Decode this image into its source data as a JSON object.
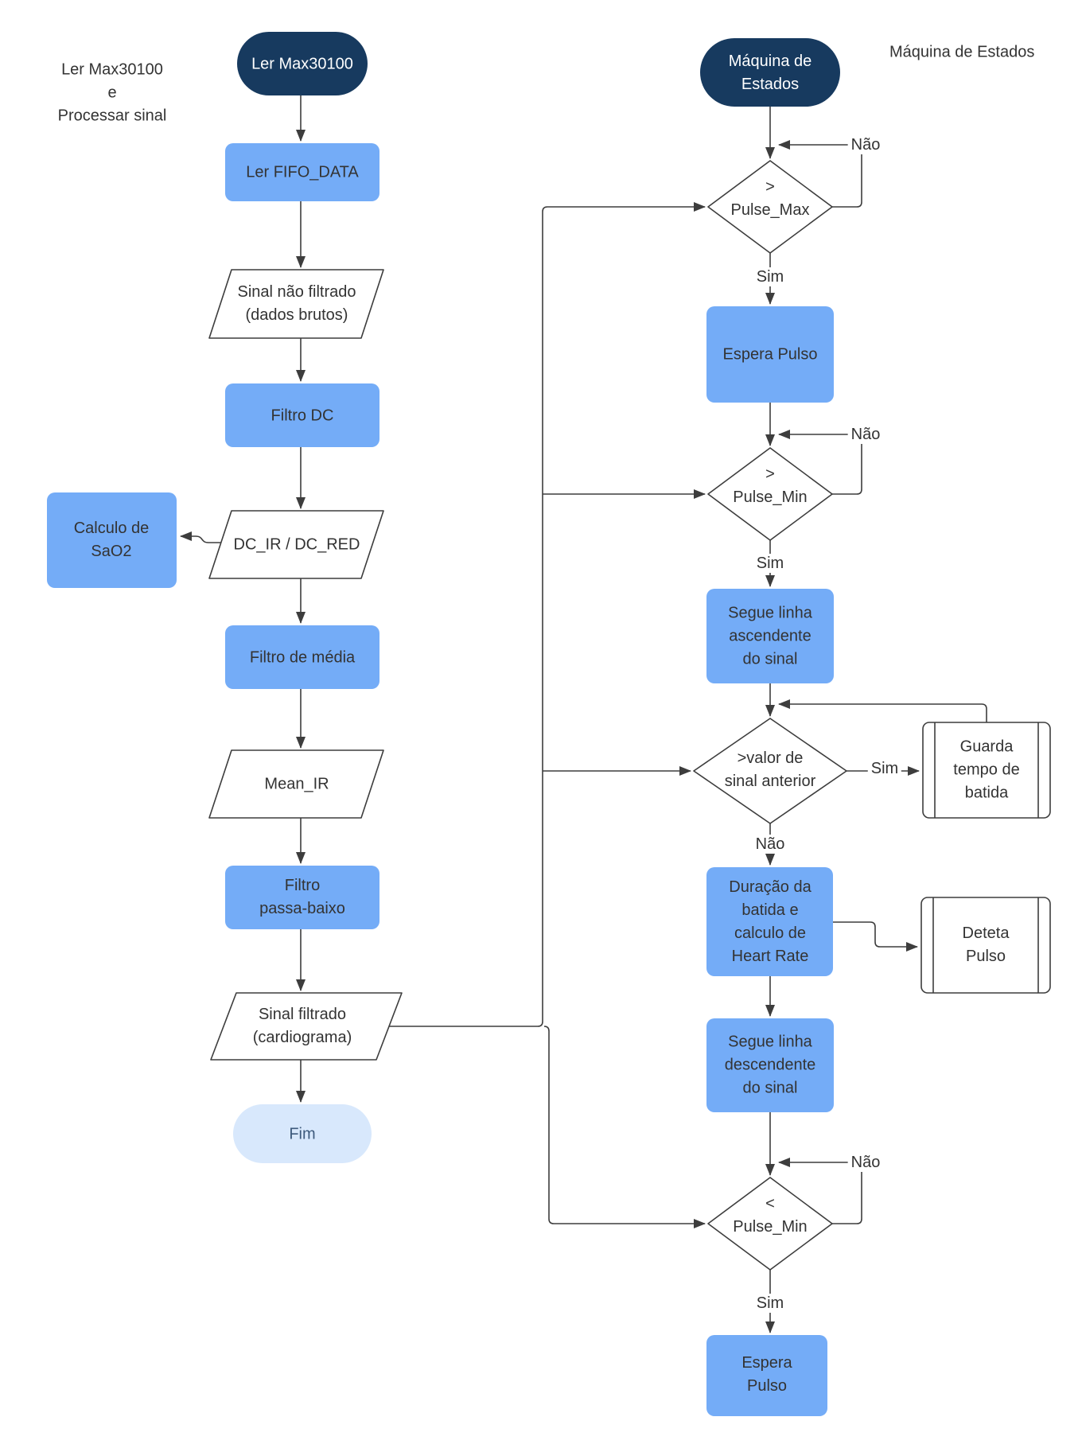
{
  "colors": {
    "start_node_fill": "#173A5F",
    "process_fill": "#74ACF7",
    "end_node_fill": "#D8E8FC",
    "shape_stroke": "#3d3d3d",
    "connector": "#3d3d3d",
    "text_dark": "#333333",
    "text_end_node": "#3d5a7c",
    "text_on_dark": "#ffffff"
  },
  "left_flow": {
    "caption_lines": [
      "Ler Max30100",
      "e",
      "Processar sinal"
    ],
    "nodes": {
      "start": "Ler Max30100",
      "read_fifo": "Ler FIFO_DATA",
      "raw_signal_lines": [
        "Sinal não filtrado",
        "(dados brutos)"
      ],
      "dc_filter": "Filtro DC",
      "sao2_lines": [
        "Calculo de",
        "SaO2"
      ],
      "dc_ratio": "DC_IR / DC_RED",
      "mean_filter": "Filtro de média",
      "mean_ir": "Mean_IR",
      "lowpass_lines": [
        "Filtro",
        "passa-baixo"
      ],
      "filtered_lines": [
        "Sinal filtrado",
        "(cardiograma)"
      ],
      "end": "Fim"
    }
  },
  "right_flow": {
    "caption": "Máquina de Estados",
    "nodes": {
      "start_lines": [
        "Máquina de",
        "Estados"
      ],
      "d_pulse_max_lines": [
        ">",
        "Pulse_Max"
      ],
      "wait_pulse": "Espera Pulso",
      "d_pulse_min_lines": [
        ">",
        "Pulse_Min"
      ],
      "ascending_lines": [
        "Segue linha",
        "ascendente",
        "do sinal"
      ],
      "d_prev_value_lines": [
        ">valor de",
        "sinal anterior"
      ],
      "store_beat_lines": [
        "Guarda",
        "tempo de",
        "batida"
      ],
      "duration_lines": [
        "Duração da",
        "batida e",
        "calculo de",
        "Heart Rate"
      ],
      "detect_lines": [
        "Deteta",
        "Pulso"
      ],
      "descending_lines": [
        "Segue linha",
        "descendente",
        "do sinal"
      ],
      "d_below_min_lines": [
        "<",
        "Pulse_Min"
      ],
      "wait_pulse2_lines": [
        "Espera",
        "Pulso"
      ]
    },
    "edge_labels": {
      "yes": "Sim",
      "no": "Não"
    }
  }
}
